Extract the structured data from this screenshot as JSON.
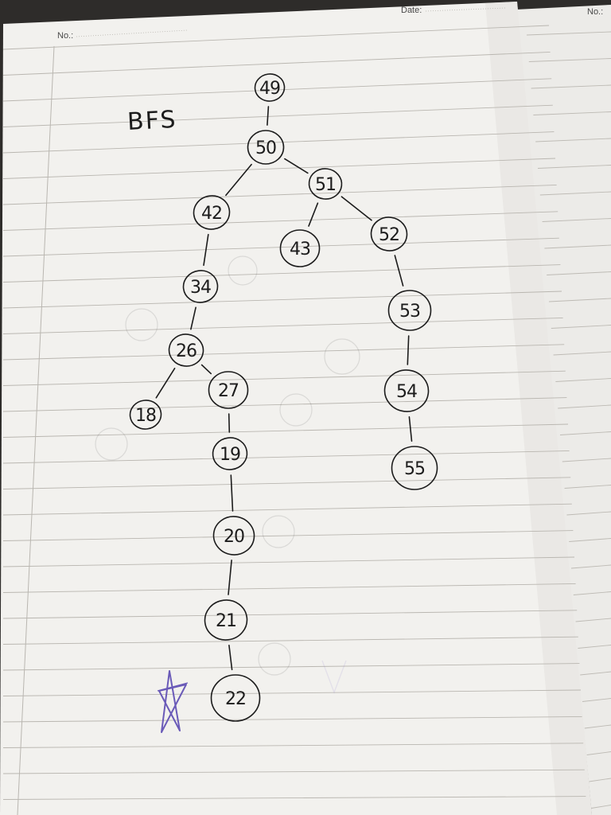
{
  "header": {
    "left_no_label": "No.:",
    "date_label": "Date:",
    "right_no_label": "No.:"
  },
  "diagram": {
    "title": "BFS",
    "nodes": [
      "49",
      "50",
      "51",
      "42",
      "43",
      "52",
      "34",
      "53",
      "26",
      "18",
      "27",
      "54",
      "19",
      "55",
      "20",
      "21",
      "22"
    ],
    "edges": [
      [
        "49",
        "50"
      ],
      [
        "50",
        "42"
      ],
      [
        "50",
        "51"
      ],
      [
        "51",
        "43"
      ],
      [
        "51",
        "52"
      ],
      [
        "42",
        "34"
      ],
      [
        "34",
        "26"
      ],
      [
        "26",
        "18"
      ],
      [
        "26",
        "27"
      ],
      [
        "27",
        "19"
      ],
      [
        "19",
        "20"
      ],
      [
        "20",
        "21"
      ],
      [
        "21",
        "22"
      ],
      [
        "52",
        "53"
      ],
      [
        "53",
        "54"
      ],
      [
        "54",
        "55"
      ]
    ],
    "goal_node": "22",
    "goal_marker_icon": "star-icon",
    "ink_color": "#1c1c1c",
    "marker_color": "#6a5ab8"
  }
}
